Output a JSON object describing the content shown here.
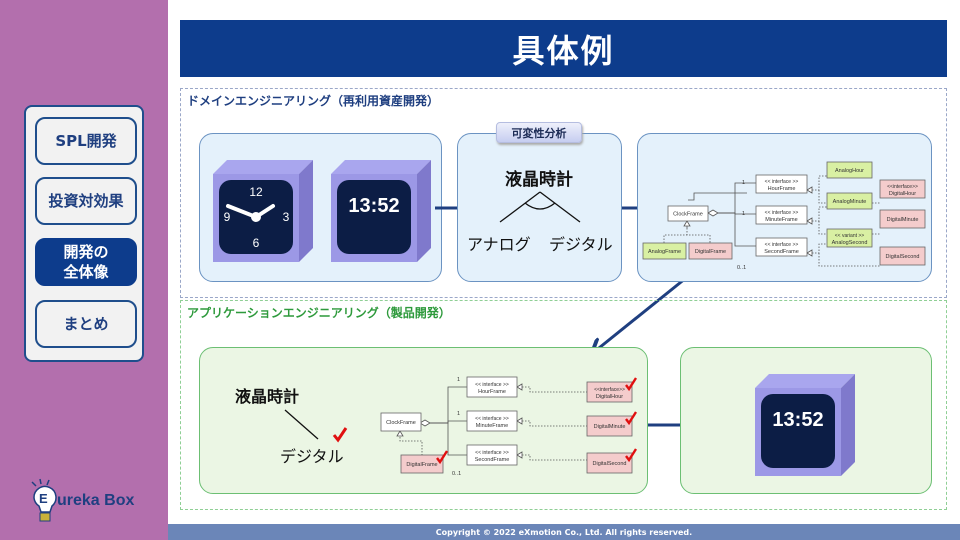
{
  "slide": {
    "title": "具体例",
    "copyright": "Copyright © 2022 eXmotion Co., Ltd. All rights reserved."
  },
  "nav": {
    "items": [
      {
        "label": "SPL開発",
        "active": false
      },
      {
        "label": "投資対効果",
        "active": false
      },
      {
        "label": "開発の\n全体像",
        "active": true
      },
      {
        "label": "まとめ",
        "active": false
      }
    ]
  },
  "logo": {
    "text": "Eureka Box"
  },
  "colors": {
    "navy": "#0d3c8c",
    "sidebar": "#b36fad",
    "domain_label": "#1f3f80",
    "application_label": "#2e9a3c",
    "check": "#e01010",
    "analog_class": "#d9f0a3",
    "digital_class": "#f4cccc"
  },
  "domain": {
    "label": "ドメインエンジニアリング（再利用資産開発）",
    "analog_clock": {
      "n12": "12",
      "n3": "3",
      "n6": "6",
      "n9": "9"
    },
    "digital_clock": {
      "time": "13:52"
    },
    "analysis_tag": "可変性分析",
    "feature_root": "液晶時計",
    "feature_left": "アナログ",
    "feature_right": "デジタル",
    "uml": {
      "classes": [
        {
          "name": "ClockFrame"
        },
        {
          "name": "AnalogFrame"
        },
        {
          "name": "DigitalFrame"
        },
        {
          "stereo": "<< interface >>",
          "name": "HourFrame"
        },
        {
          "stereo": "<< interface >>",
          "name": "MinuteFrame"
        },
        {
          "stereo": "<< interface >>",
          "name": "SecondFrame"
        },
        {
          "name": "AnalogHour"
        },
        {
          "stereo": "<<interface>>",
          "name": "DigitalHour"
        },
        {
          "name": "AnalogMinute"
        },
        {
          "name": "DigitalMinute"
        },
        {
          "stereo": "<< variant >>",
          "name": "AnalogSecond"
        },
        {
          "name": "DigitalSecond"
        }
      ],
      "multiplicities": [
        "1",
        "1",
        "0..1"
      ]
    }
  },
  "application": {
    "label": "アプリケーションエンジニアリング（製品開発）",
    "feature_root": "液晶時計",
    "feature_selected": "デジタル",
    "uml": {
      "classes": [
        {
          "name": "ClockFrame"
        },
        {
          "name": "DigitalFrame"
        },
        {
          "stereo": "<< interface >>",
          "name": "HourFrame"
        },
        {
          "stereo": "<< interface >>",
          "name": "MinuteFrame"
        },
        {
          "stereo": "<< interface >>",
          "name": "SecondFrame"
        },
        {
          "stereo": "<<interface>>",
          "name": "DigitalHour"
        },
        {
          "name": "DigitalMinute"
        },
        {
          "name": "DigitalSecond"
        }
      ],
      "multiplicities": [
        "1",
        "1",
        "0..1"
      ]
    },
    "product_clock": {
      "time": "13:52"
    }
  }
}
